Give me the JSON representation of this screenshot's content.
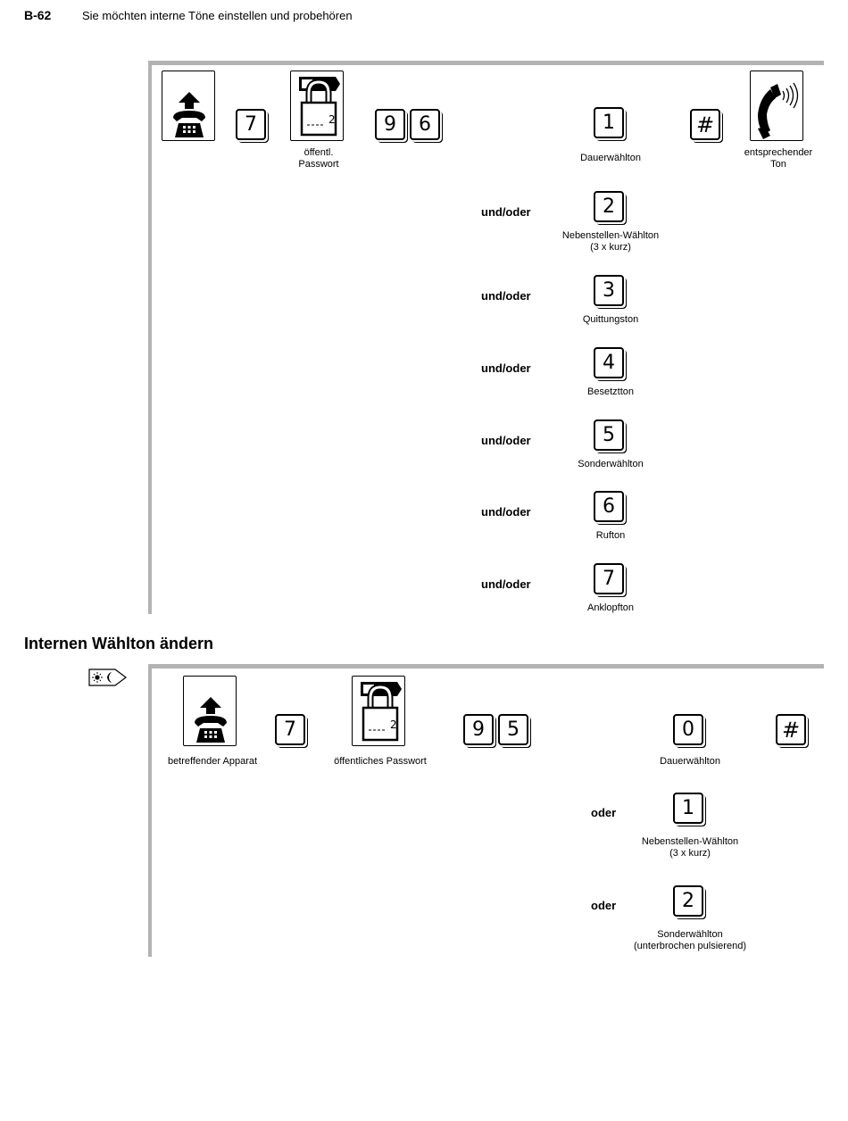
{
  "header": {
    "page_number": "B-62",
    "title": "Sie möchten interne Töne einstellen und probehören"
  },
  "panel1": {
    "keys": {
      "seven": "7",
      "nine": "9",
      "six": "6",
      "hash": "#"
    },
    "captions": {
      "password_line1": "öffentl.",
      "password_line2": "Passwort",
      "tone_line1": "entsprechender",
      "tone_line2": "Ton"
    },
    "lock_digit": "2",
    "options": [
      {
        "connector": "",
        "key": "1",
        "label_line1": "Dauerwählton",
        "label_line2": ""
      },
      {
        "connector": "und/oder",
        "key": "2",
        "label_line1": "Nebenstellen-Wählton",
        "label_line2": "(3 x kurz)"
      },
      {
        "connector": "und/oder",
        "key": "3",
        "label_line1": "Quittungston",
        "label_line2": ""
      },
      {
        "connector": "und/oder",
        "key": "4",
        "label_line1": "Besetztton",
        "label_line2": ""
      },
      {
        "connector": "und/oder",
        "key": "5",
        "label_line1": "Sonderwählton",
        "label_line2": ""
      },
      {
        "connector": "und/oder",
        "key": "6",
        "label_line1": "Rufton",
        "label_line2": ""
      },
      {
        "connector": "und/oder",
        "key": "7",
        "label_line1": "Anklopfton",
        "label_line2": ""
      }
    ]
  },
  "section2": {
    "title": "Internen Wählton ändern",
    "keys": {
      "seven": "7",
      "nine": "9",
      "five": "5",
      "hash": "#"
    },
    "captions": {
      "phone": "betreffender Apparat",
      "password": "öffentliches Passwort"
    },
    "lock_digit": "2",
    "options": [
      {
        "connector": "",
        "key": "0",
        "label_line1": "Dauerwählton",
        "label_line2": ""
      },
      {
        "connector": "oder",
        "key": "1",
        "label_line1": "Nebenstellen-Wählton",
        "label_line2": "(3 x kurz)"
      },
      {
        "connector": "oder",
        "key": "2",
        "label_line1": "Sonderwählton",
        "label_line2": "(unterbrochen pulsierend)"
      }
    ]
  },
  "icons": {
    "handset_lift": "handset-lift-icon",
    "lock_password": "lock-password-icon",
    "ringing_handset": "ringing-handset-icon",
    "day_night": "day-night-icon"
  }
}
